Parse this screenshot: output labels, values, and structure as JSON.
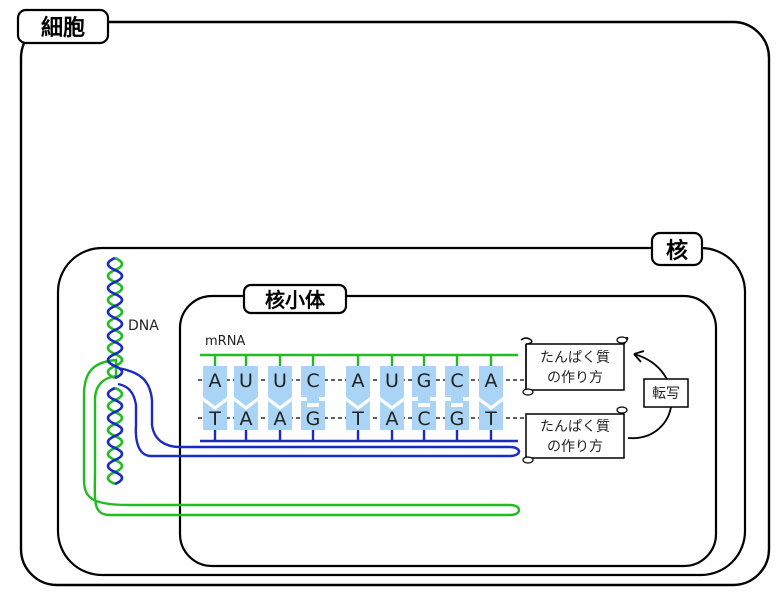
{
  "labels": {
    "cell": "細胞",
    "nucleus": "核",
    "nucleolus": "核小体",
    "dna": "DNA",
    "mrna": "mRNA",
    "transcription": "転写"
  },
  "scrolls": {
    "top": {
      "line1": "たんぱく質",
      "line2": "の作り方"
    },
    "bottom": {
      "line1": "たんぱく質",
      "line2": "の作り方"
    }
  },
  "mrna_bases": [
    "A",
    "U",
    "U",
    "C",
    "A",
    "U",
    "G",
    "C",
    "A"
  ],
  "dna_bases": [
    "T",
    "A",
    "A",
    "G",
    "T",
    "A",
    "C",
    "G",
    "T"
  ],
  "colors": {
    "green_strand": "#22bb22",
    "blue_strand": "#1a2bc0",
    "base_fill": "#a9d4f5",
    "outline": "#000000"
  }
}
